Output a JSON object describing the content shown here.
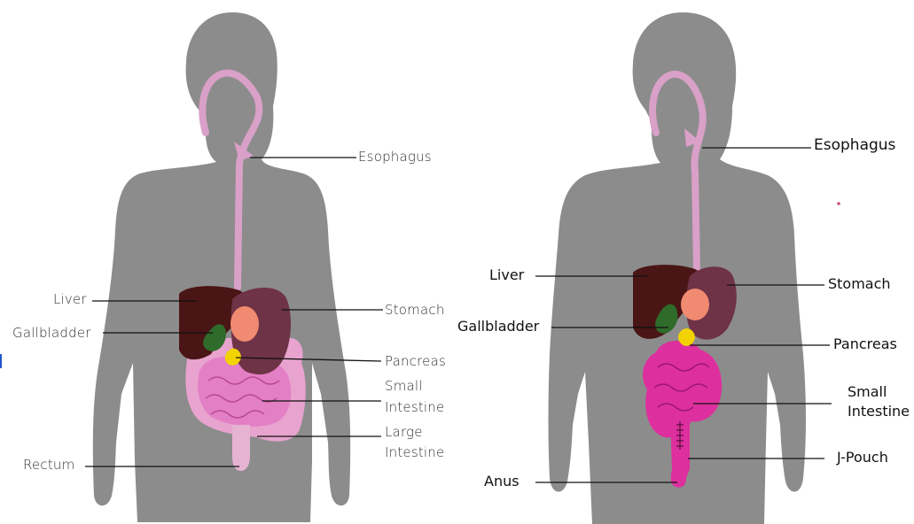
{
  "colors": {
    "silhouette": "#8c8c8c",
    "esophagus": "#d9a0c8",
    "liver": "#4a1515",
    "stomach": "#6e3346",
    "gallbladder": "#2f6b2a",
    "pancreas_region": "#f08a70",
    "pancreas": "#f2d300",
    "small_intestine_left": "#e37fc4",
    "small_intestine_right": "#de2f9e",
    "large_intestine": "#e8a3cf",
    "rectum": "#e6b3d3",
    "jpouch": "#de2f9e",
    "leader_line": "#111111"
  },
  "left_diagram": {
    "labels": {
      "esophagus": "Esophagus",
      "liver": "Liver",
      "gallbladder": "Gallbladder",
      "stomach": "Stomach",
      "pancreas": "Pancreas",
      "small_intestine_1": "Small",
      "small_intestine_2": "Intestine",
      "large_intestine_1": "Large",
      "large_intestine_2": "Intestine",
      "rectum": "Rectum"
    }
  },
  "right_diagram": {
    "labels": {
      "esophagus": "Esophagus",
      "liver": "Liver",
      "gallbladder": "Gallbladder",
      "stomach": "Stomach",
      "pancreas": "Pancreas",
      "small_intestine_1": "Small",
      "small_intestine_2": "Intestine",
      "jpouch": "J-Pouch",
      "anus": "Anus"
    }
  }
}
